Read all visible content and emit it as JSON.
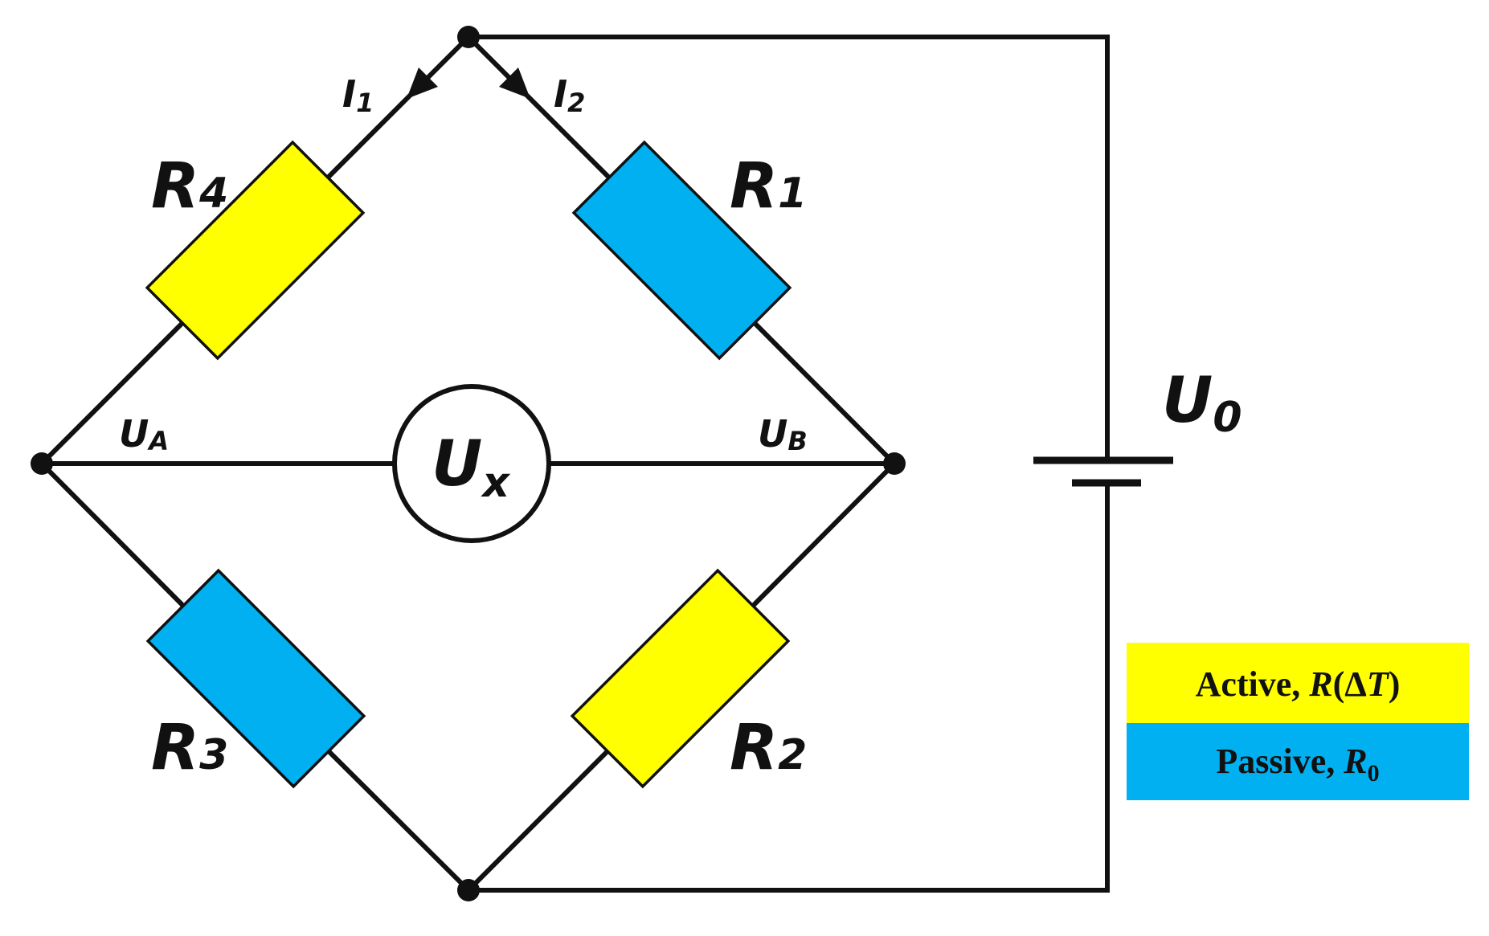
{
  "colors": {
    "active": "#ffff00",
    "passive": "#00b0f0",
    "line": "#111111",
    "background": "#ffffff"
  },
  "resistors": [
    {
      "id": "R4",
      "symbol": "R",
      "sub": "4",
      "type": "active"
    },
    {
      "id": "R1",
      "symbol": "R",
      "sub": "1",
      "type": "passive"
    },
    {
      "id": "R3",
      "symbol": "R",
      "sub": "3",
      "type": "passive"
    },
    {
      "id": "R2",
      "symbol": "R",
      "sub": "2",
      "type": "active"
    }
  ],
  "currents": [
    {
      "symbol": "I",
      "sub": "1"
    },
    {
      "symbol": "I",
      "sub": "2"
    }
  ],
  "voltages": {
    "UA": {
      "symbol": "U",
      "sub": "A"
    },
    "UB": {
      "symbol": "U",
      "sub": "B"
    },
    "Ux": {
      "symbol": "U",
      "sub": "x"
    },
    "U0": {
      "symbol": "U",
      "sub": "0"
    }
  },
  "legend": {
    "active": {
      "prefix": "Active, ",
      "var": "R",
      "open": "(Δ",
      "var2": "T",
      "close": ")"
    },
    "passive": {
      "prefix": "Passive, ",
      "var": "R",
      "sub": "0"
    }
  }
}
